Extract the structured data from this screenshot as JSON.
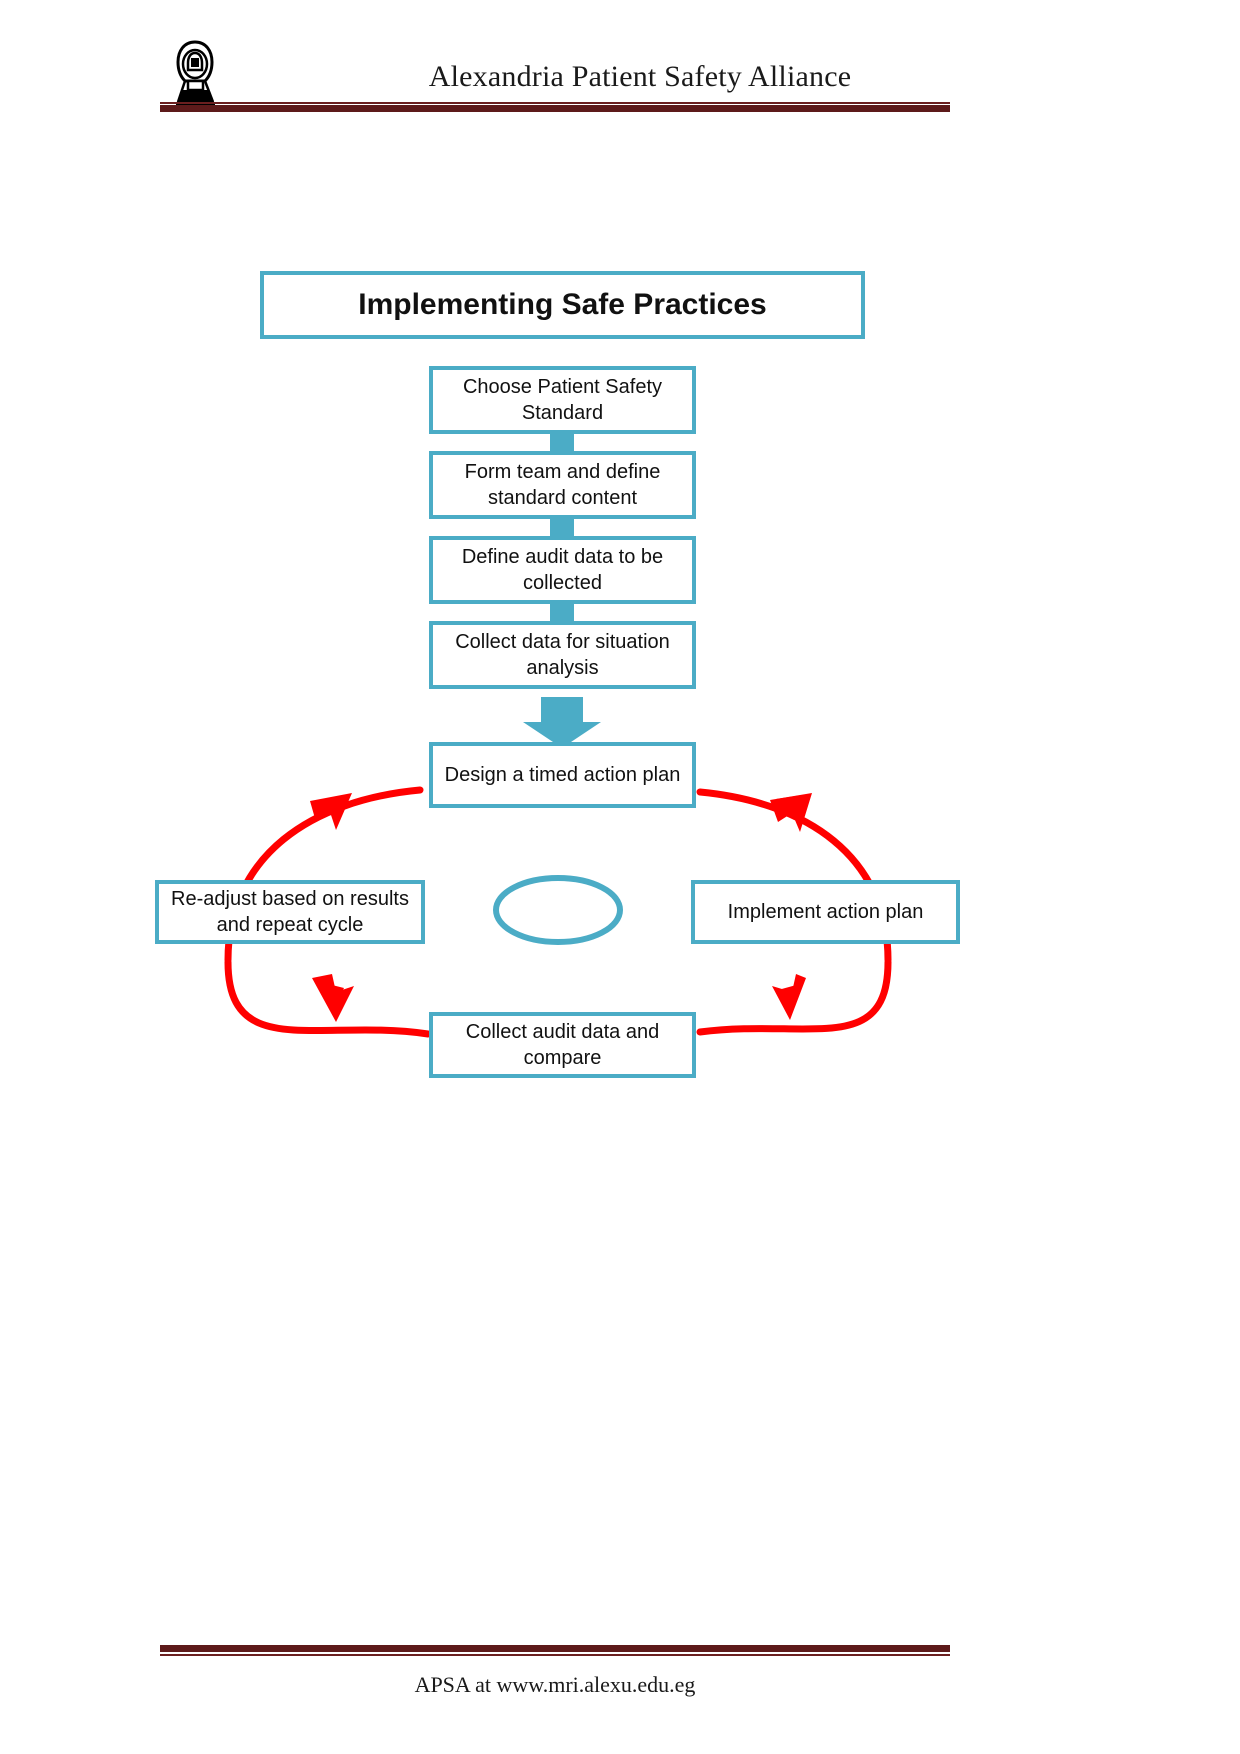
{
  "header": {
    "title": "Alexandria Patient Safety Alliance",
    "logo_icon": "lighthouse-emblem-icon"
  },
  "footer": {
    "text": "APSA at www.mri.alexu.edu.eg"
  },
  "diagram": {
    "title": "Implementing Safe Practices",
    "colors": {
      "box_border": "#4BACC6",
      "arrow_cycle": "#FF0000",
      "rule": "#5D1A1A",
      "box_fill": "#FFFFFF"
    },
    "linear_steps": [
      {
        "label": "Choose Patient Safety Standard"
      },
      {
        "label": "Form team and define standard content"
      },
      {
        "label": "Define audit data to be collected"
      },
      {
        "label": "Collect data for situation analysis"
      }
    ],
    "cycle_steps": [
      {
        "label": "Design a timed action plan",
        "position": "top"
      },
      {
        "label": "Implement action plan",
        "position": "right"
      },
      {
        "label": "Collect audit data and compare",
        "position": "bottom"
      },
      {
        "label": "Re-adjust based on results and repeat cycle",
        "position": "left"
      }
    ],
    "center_shape": "ellipse-outline"
  }
}
